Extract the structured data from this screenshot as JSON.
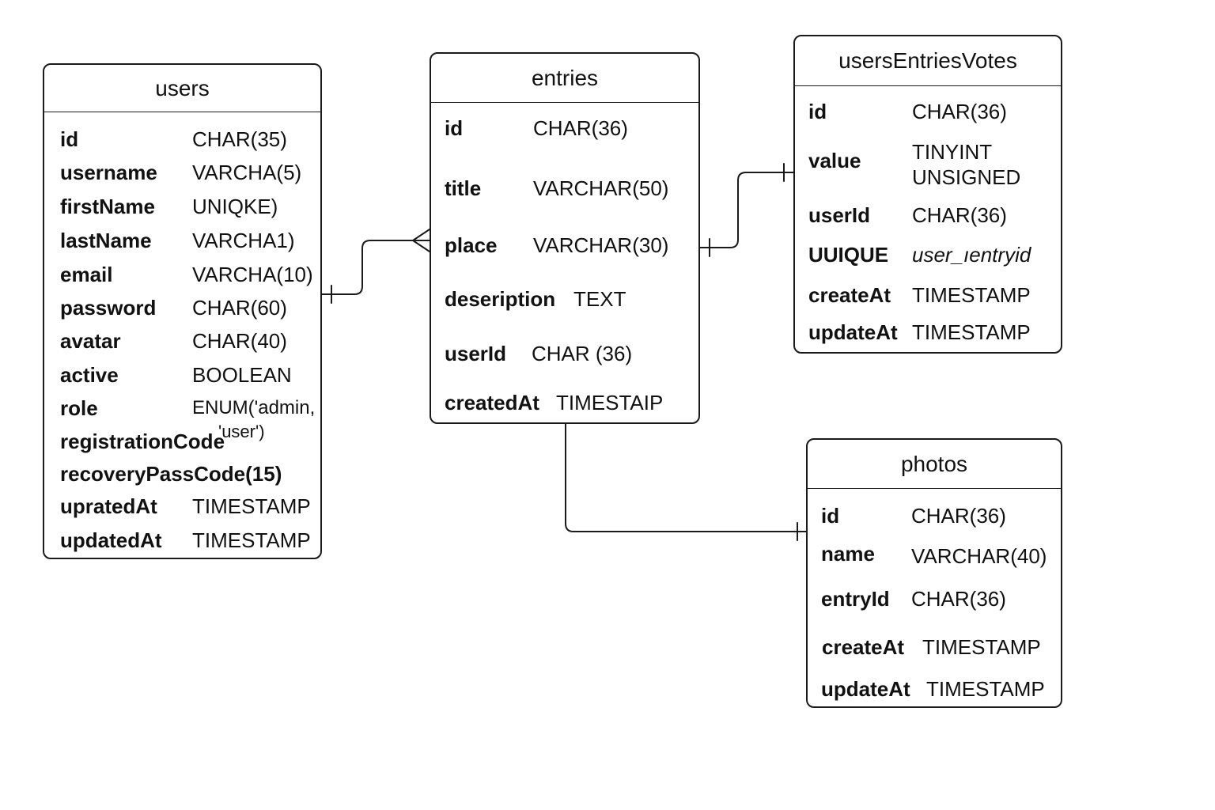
{
  "entities": {
    "users": {
      "title": "users",
      "fields": [
        {
          "name": "id",
          "type": "CHAR(35)"
        },
        {
          "name": "username",
          "type": "VARCHA(5)"
        },
        {
          "name": "firstName",
          "type": "UNIQKE)"
        },
        {
          "name": "lastName",
          "type": "VARCHA1)"
        },
        {
          "name": "email",
          "type": "VARCHA(10)"
        },
        {
          "name": "password",
          "type": "CHAR(60)"
        },
        {
          "name": "avatar",
          "type": "CHAR(40)"
        },
        {
          "name": "active",
          "type": "BOOLEAN"
        },
        {
          "name": "role",
          "type": "ENUM('admin,"
        },
        {
          "name": "registrationCode",
          "type": "'user')"
        },
        {
          "name": "recoveryPassCode(15)",
          "type": ""
        },
        {
          "name": "upratedAt",
          "type": "TIMESTAMP"
        },
        {
          "name": "updatedAt",
          "type": "TIMESTAMP"
        }
      ]
    },
    "entries": {
      "title": "entries",
      "fields": [
        {
          "name": "id",
          "type": "CHAR(36)"
        },
        {
          "name": "title",
          "type": "VARCHAR(50)"
        },
        {
          "name": "place",
          "type": "VARCHAR(30)"
        },
        {
          "name": "deseription",
          "type": "TEXT"
        },
        {
          "name": "userId",
          "type": "CHAR (36)"
        },
        {
          "name": "createdAt",
          "type": "TIMESTAIP"
        }
      ]
    },
    "usersEntriesVotes": {
      "title": "usersEntriesVotes",
      "fields": [
        {
          "name": "id",
          "type": "CHAR(36)"
        },
        {
          "name": "value",
          "type": "TINYINT",
          "type_line2": "UNSIGNED"
        },
        {
          "name": "userId",
          "type": "CHAR(36)"
        },
        {
          "name": "UUIQUE",
          "type": "user_ıentryid"
        },
        {
          "name": "createAt",
          "type": "TIMESTAMP"
        },
        {
          "name": "updateAt",
          "type": "TIMESTAMP"
        }
      ]
    },
    "photos": {
      "title": "photos",
      "fields": [
        {
          "name": "id",
          "type": "CHAR(36)"
        },
        {
          "name": "name",
          "type": "VARCHAR(40)"
        },
        {
          "name": "entryId",
          "type": "CHAR(36)"
        },
        {
          "name": "createAt",
          "type": "TIMESTAMP"
        },
        {
          "name": "updateAt",
          "type": "TIMESTAMP"
        }
      ]
    }
  },
  "relationships": [
    {
      "from": "users",
      "to": "entries",
      "from_cardinality": "one",
      "to_cardinality": "many"
    },
    {
      "from": "entries",
      "to": "usersEntriesVotes",
      "from_cardinality": "one",
      "to_cardinality": "one"
    },
    {
      "from": "entries",
      "to": "photos",
      "from_cardinality": "none",
      "to_cardinality": "one"
    }
  ],
  "colors": {
    "line": "#1a1a1a",
    "background": "#ffffff",
    "text": "#111111"
  }
}
